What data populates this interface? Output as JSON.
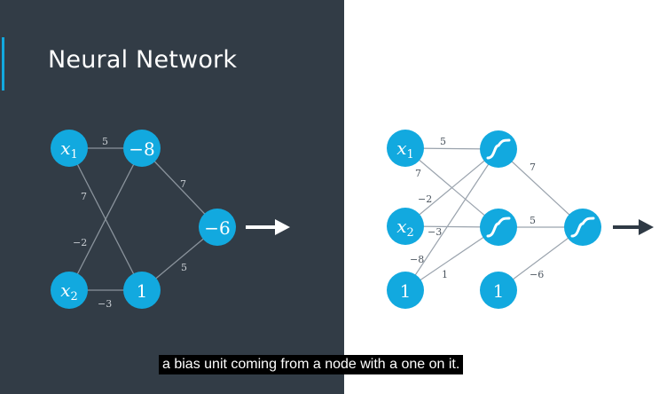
{
  "slide": {
    "title": "Neural Network",
    "colors": {
      "panel": "#323c46",
      "node": "#12a9df",
      "accent": "#12a9df"
    }
  },
  "left_network": {
    "nodes": {
      "x1": "x1",
      "x2": "x2",
      "top_hidden": "−8",
      "bottom_hidden": "1",
      "output": "−6"
    },
    "weights": {
      "x1_top": "5",
      "x1_bottom": "7",
      "x2_top": "−2",
      "x2_bottom": "−3",
      "top_output": "7",
      "bottom_output": "5"
    },
    "arrow": "arrow-right-white"
  },
  "right_network": {
    "nodes": {
      "x1": "x1",
      "x2": "x2",
      "bias_input": "1",
      "bias_hidden": "1"
    },
    "weights": {
      "x1_h1": "5",
      "x1_h2": "7",
      "x2_h1": "−2",
      "x2_h2": "−3",
      "bias_h1": "−8",
      "bias_h2": "1",
      "h1_out": "7",
      "h2_out": "5",
      "bias_out": "−6"
    },
    "activation_icon": "sigmoid-icon",
    "arrow": "arrow-right-dark"
  },
  "caption": {
    "text": "a bias unit coming from a node with a one on it."
  }
}
